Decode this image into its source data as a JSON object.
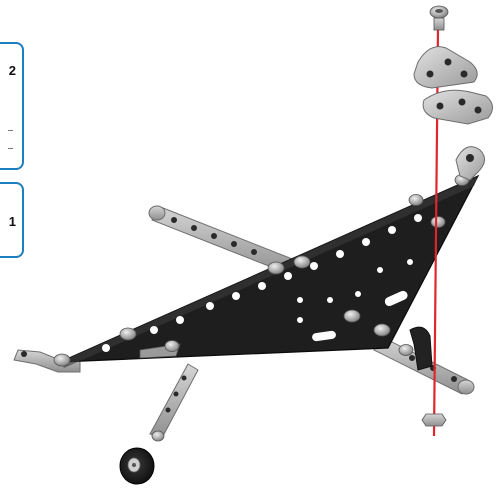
{
  "callouts": [
    {
      "quantity": "2"
    },
    {
      "quantity": "1"
    }
  ],
  "colors": {
    "callout_border": "#1c7fc0",
    "axis_line": "#e0262b",
    "plate": "#1e1e1e",
    "steel": "#b8b8b8",
    "tire": "#1a1a1a"
  },
  "icons": {
    "assembly": "aircraft-frame-assembly-illustration",
    "axis": "assembly-axis-line",
    "parts": [
      "screw",
      "triangular-plate",
      "triangular-plate",
      "nut"
    ]
  }
}
